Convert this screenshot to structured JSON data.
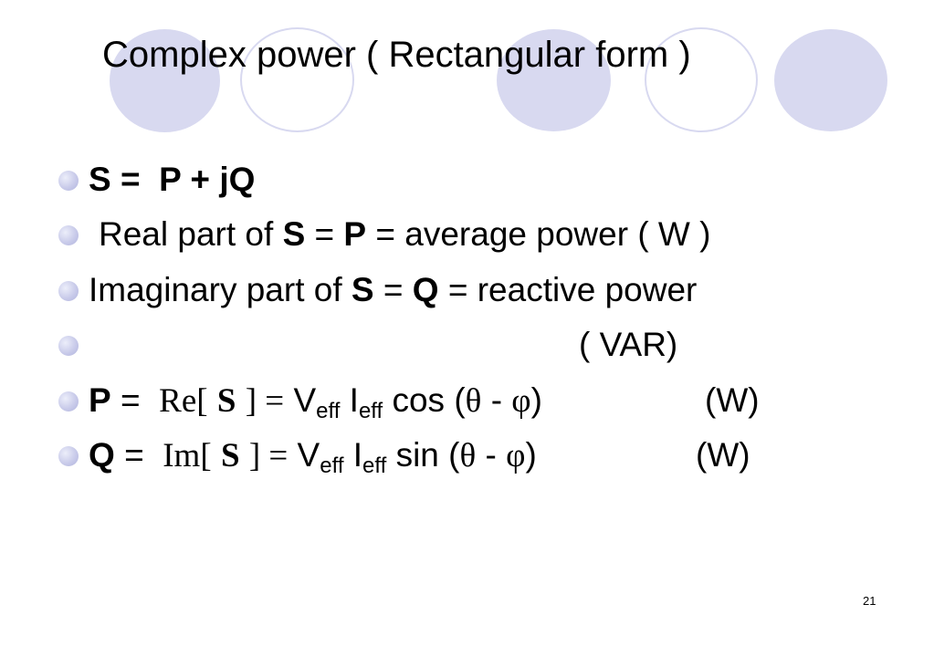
{
  "slide": {
    "title": "Complex power ( Rectangular form )",
    "page_number": "21",
    "accent_color": "#d8d9f0"
  },
  "bullets": {
    "b1": {
      "s": "S =",
      "rhs": "P + jQ"
    },
    "b2": {
      "pre": "Real part of",
      "s": "S",
      "eq1": "=",
      "p": "P",
      "post": "= average power ( W )"
    },
    "b3": {
      "pre": "Imaginary part of",
      "s": "S",
      "eq1": "=",
      "q": "Q",
      "post": "= reactive power"
    },
    "b4": {
      "unit": "( VAR)"
    },
    "b5": {
      "lhs": "P",
      "eq": "=",
      "func": "Re[",
      "s": "S",
      "close": "] =",
      "v": "V",
      "v_sub": "eff",
      "i": "I",
      "i_sub": "eff",
      "trig": "cos (",
      "theta": "θ",
      "minus": "-",
      "phi": "φ",
      "paren": ")",
      "unit": "(W)"
    },
    "b6": {
      "lhs": "Q",
      "eq": "=",
      "func": "Im[",
      "s": "S",
      "close": "] =",
      "v": "V",
      "v_sub": "eff",
      "i": "I",
      "i_sub": "eff",
      "trig": "sin (",
      "theta": "θ",
      "minus": "-",
      "phi": "φ",
      "paren": ")",
      "unit": "(W)"
    }
  }
}
